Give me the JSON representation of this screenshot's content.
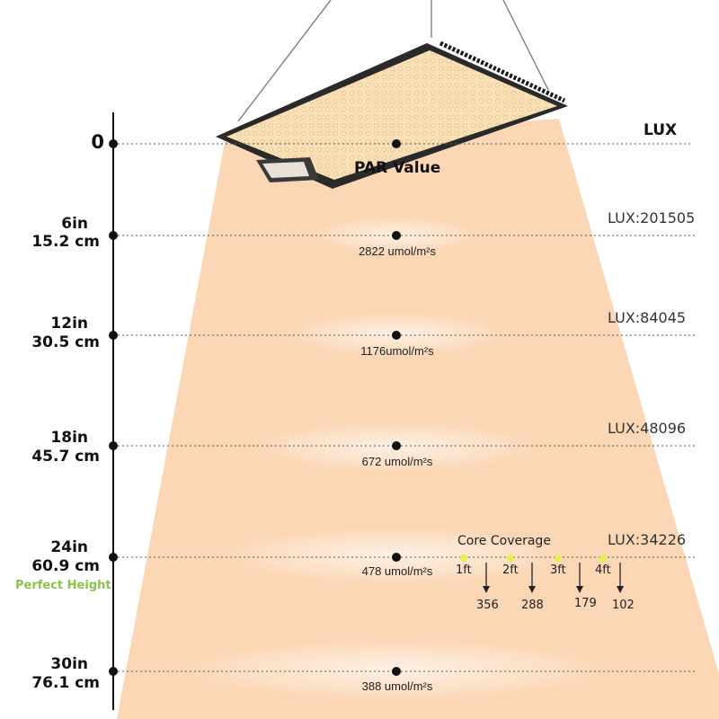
{
  "header": {
    "zero_label": "0",
    "lux_heading": "LUX",
    "par_heading": "PAR Value"
  },
  "heights": [
    {
      "inches": "6in",
      "cm": "15.2 cm",
      "par": "2822 umol/m²s",
      "lux": "LUX:201505"
    },
    {
      "inches": "12in",
      "cm": "30.5 cm",
      "par": "1176umol/m²s",
      "lux": "LUX:84045"
    },
    {
      "inches": "18in",
      "cm": "45.7 cm",
      "par": "672 umol/m²s",
      "lux": "LUX:48096"
    },
    {
      "inches": "24in",
      "cm": "60.9 cm",
      "par": "478 umol/m²s",
      "lux": "LUX:34226"
    },
    {
      "inches": "30in",
      "cm": "76.1 cm",
      "par": "388 umol/m²s",
      "lux": ""
    }
  ],
  "perfect_height": "Perfect Height",
  "core_coverage": {
    "title": "Core Coverage",
    "distances": [
      "1ft",
      "2ft",
      "3ft",
      "4ft"
    ],
    "values": [
      "356",
      "288",
      "179",
      "102"
    ]
  },
  "colors": {
    "beam": "#f8c9a3",
    "panel_frame": "#2a2a2a",
    "led_warm": "#f4d7a8",
    "perfect_green": "#8bc34a",
    "coverage_dot": "#e6f04a"
  }
}
